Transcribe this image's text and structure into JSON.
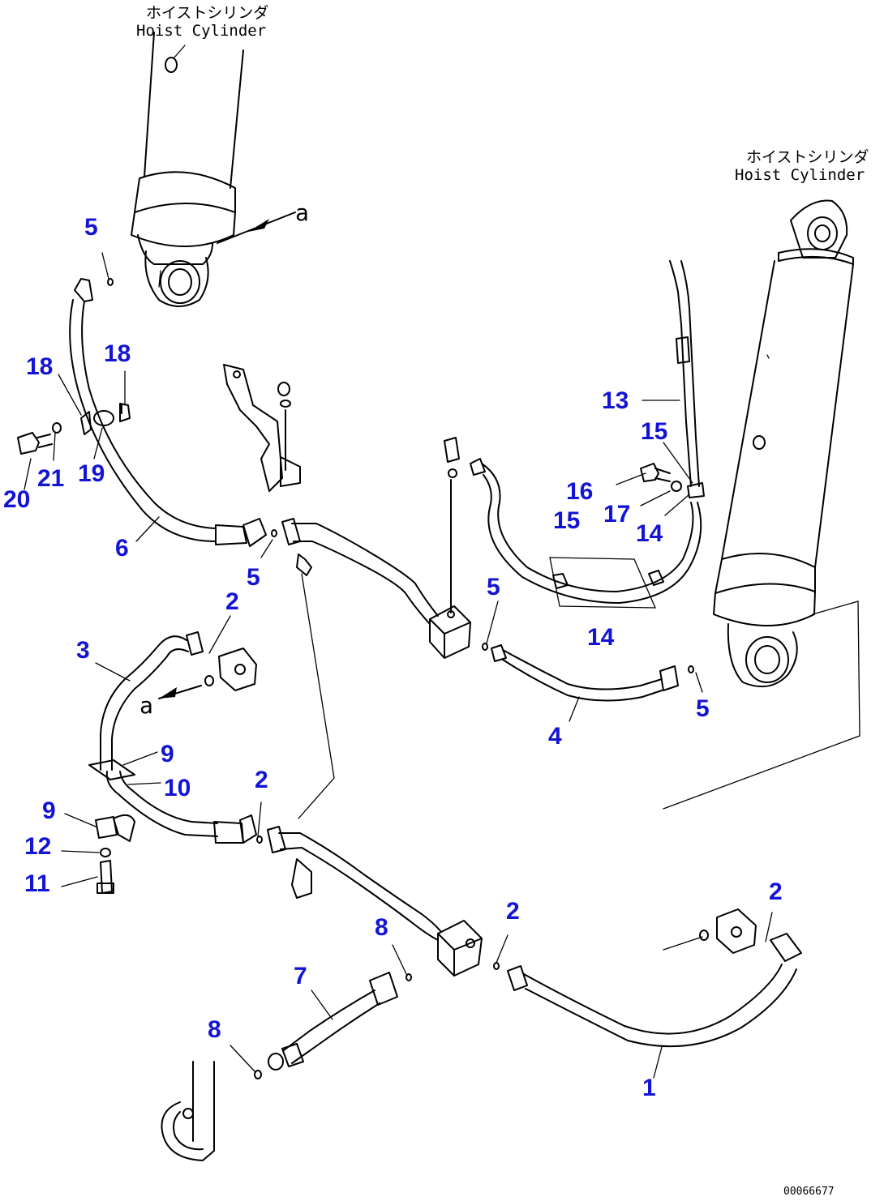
{
  "colors": {
    "callout": "#1414d4",
    "line": "#000000",
    "background": "#ffffff"
  },
  "annotations": {
    "left_cylinder_jp": "ホイストシリンダ",
    "left_cylinder_en": "Hoist Cylinder",
    "right_cylinder_jp": "ホイストシリンダ",
    "right_cylinder_en": "Hoist Cylinder",
    "view_marker_top": "a",
    "view_marker_mid": "a",
    "drawing_number": "00066677"
  },
  "callouts": [
    {
      "id": "c5a",
      "label": "5"
    },
    {
      "id": "c18a",
      "label": "18"
    },
    {
      "id": "c18b",
      "label": "18"
    },
    {
      "id": "c20",
      "label": "20"
    },
    {
      "id": "c21",
      "label": "21"
    },
    {
      "id": "c19",
      "label": "19"
    },
    {
      "id": "c6",
      "label": "6"
    },
    {
      "id": "c5b",
      "label": "5"
    },
    {
      "id": "c2a",
      "label": "2"
    },
    {
      "id": "c3",
      "label": "3"
    },
    {
      "id": "c13",
      "label": "13"
    },
    {
      "id": "c15a",
      "label": "15"
    },
    {
      "id": "c16",
      "label": "16"
    },
    {
      "id": "c17",
      "label": "17"
    },
    {
      "id": "c14a",
      "label": "14"
    },
    {
      "id": "c15b",
      "label": "15"
    },
    {
      "id": "c5c",
      "label": "5"
    },
    {
      "id": "c14b",
      "label": "14"
    },
    {
      "id": "c5d",
      "label": "5"
    },
    {
      "id": "c4",
      "label": "4"
    },
    {
      "id": "c9a",
      "label": "9"
    },
    {
      "id": "c10",
      "label": "10"
    },
    {
      "id": "c9b",
      "label": "9"
    },
    {
      "id": "c12",
      "label": "12"
    },
    {
      "id": "c11",
      "label": "11"
    },
    {
      "id": "c2b",
      "label": "2"
    },
    {
      "id": "c2c",
      "label": "2"
    },
    {
      "id": "c2d",
      "label": "2"
    },
    {
      "id": "c8a",
      "label": "8"
    },
    {
      "id": "c7",
      "label": "7"
    },
    {
      "id": "c8b",
      "label": "8"
    },
    {
      "id": "c1",
      "label": "1"
    }
  ]
}
